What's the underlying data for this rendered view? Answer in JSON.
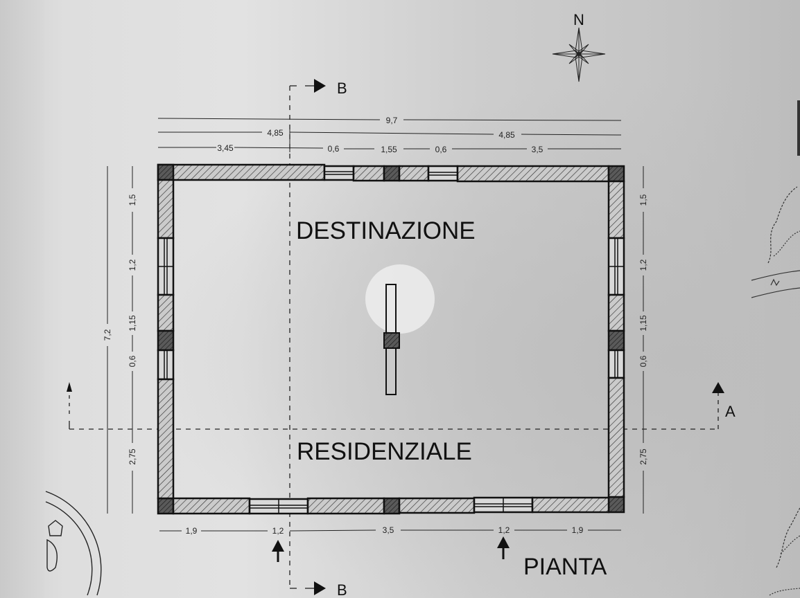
{
  "drawing": {
    "title": "PIANTA",
    "room_label_line1": "DESTINAZIONE",
    "room_label_line2": "RESIDENZIALE",
    "north_label": "N",
    "section_a_label": "A",
    "section_b_top_label": "B",
    "section_b_bottom_label": "B",
    "colors": {
      "paper": "#dcdcdc",
      "ink": "#111111",
      "hatch_fill": "#c8c8c8",
      "pillar_fill": "#555555",
      "spot_overlay": "#efefef"
    }
  },
  "dimensions": {
    "top": {
      "overall": "9,7",
      "halves": [
        "4,85",
        "4,85"
      ],
      "segments": [
        "3,45",
        "0,6",
        "1,55",
        "0,6",
        "3,5"
      ]
    },
    "left": {
      "overall": "7,2",
      "segments": [
        "1,5",
        "1,2",
        "1,15",
        "0,6",
        "2,75"
      ]
    },
    "right": {
      "segments": [
        "1,5",
        "1,2",
        "1,15",
        "0,6",
        "2,75"
      ]
    },
    "bottom": {
      "segments": [
        "1,9",
        "1,2",
        "3,5",
        "1,2",
        "1,9"
      ]
    }
  },
  "elements": {
    "compass": "north-arrow-compass-rose",
    "stamp": "municipal-stamp-partial",
    "vegetation": "tree-sketch-right-margin",
    "entrances": [
      "entrance-arrow-left",
      "entrance-arrow-right"
    ],
    "interior_partition": "central-partition-wall"
  }
}
